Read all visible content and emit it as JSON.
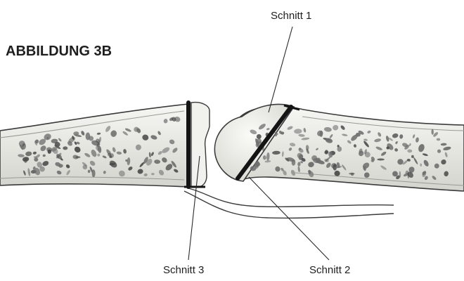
{
  "figure": {
    "title": "ABBILDUNG 3B",
    "labels": {
      "cut1": "Schnitt 1",
      "cut2": "Schnitt 2",
      "cut3": "Schnitt 3"
    }
  },
  "colors": {
    "outline": "#3a3a3a",
    "bone_fill": "#ecece8",
    "bone_shade": "#dcdcd6",
    "cut_line": "#141414",
    "trabecula": "#6e6e6e",
    "text": "#1e1e1e"
  }
}
